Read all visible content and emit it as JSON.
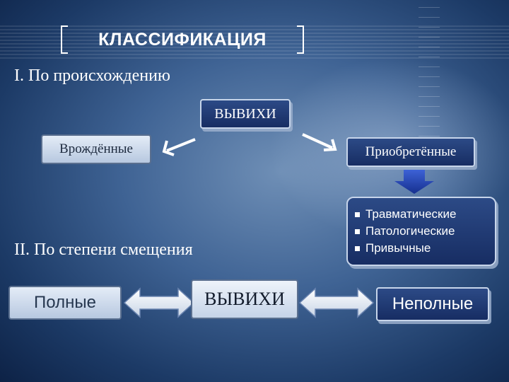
{
  "title": "КЛАССИФИКАЦИЯ",
  "section1": {
    "heading": "I. По происхождению",
    "root": "ВЫВИХИ",
    "left_child": "Врождённые",
    "right_child": "Приобретённые",
    "right_types": [
      "Травматические",
      "Патологические",
      "Привычные"
    ]
  },
  "section2": {
    "heading": "II. По степени смещения",
    "center": "ВЫВИХИ",
    "left": "Полные",
    "right": "Неполные"
  },
  "colors": {
    "background": "#2c4f80",
    "dark_box": "#1d3670",
    "light_box": "#dbe5f2",
    "down_arrow": "#1f3fae"
  }
}
